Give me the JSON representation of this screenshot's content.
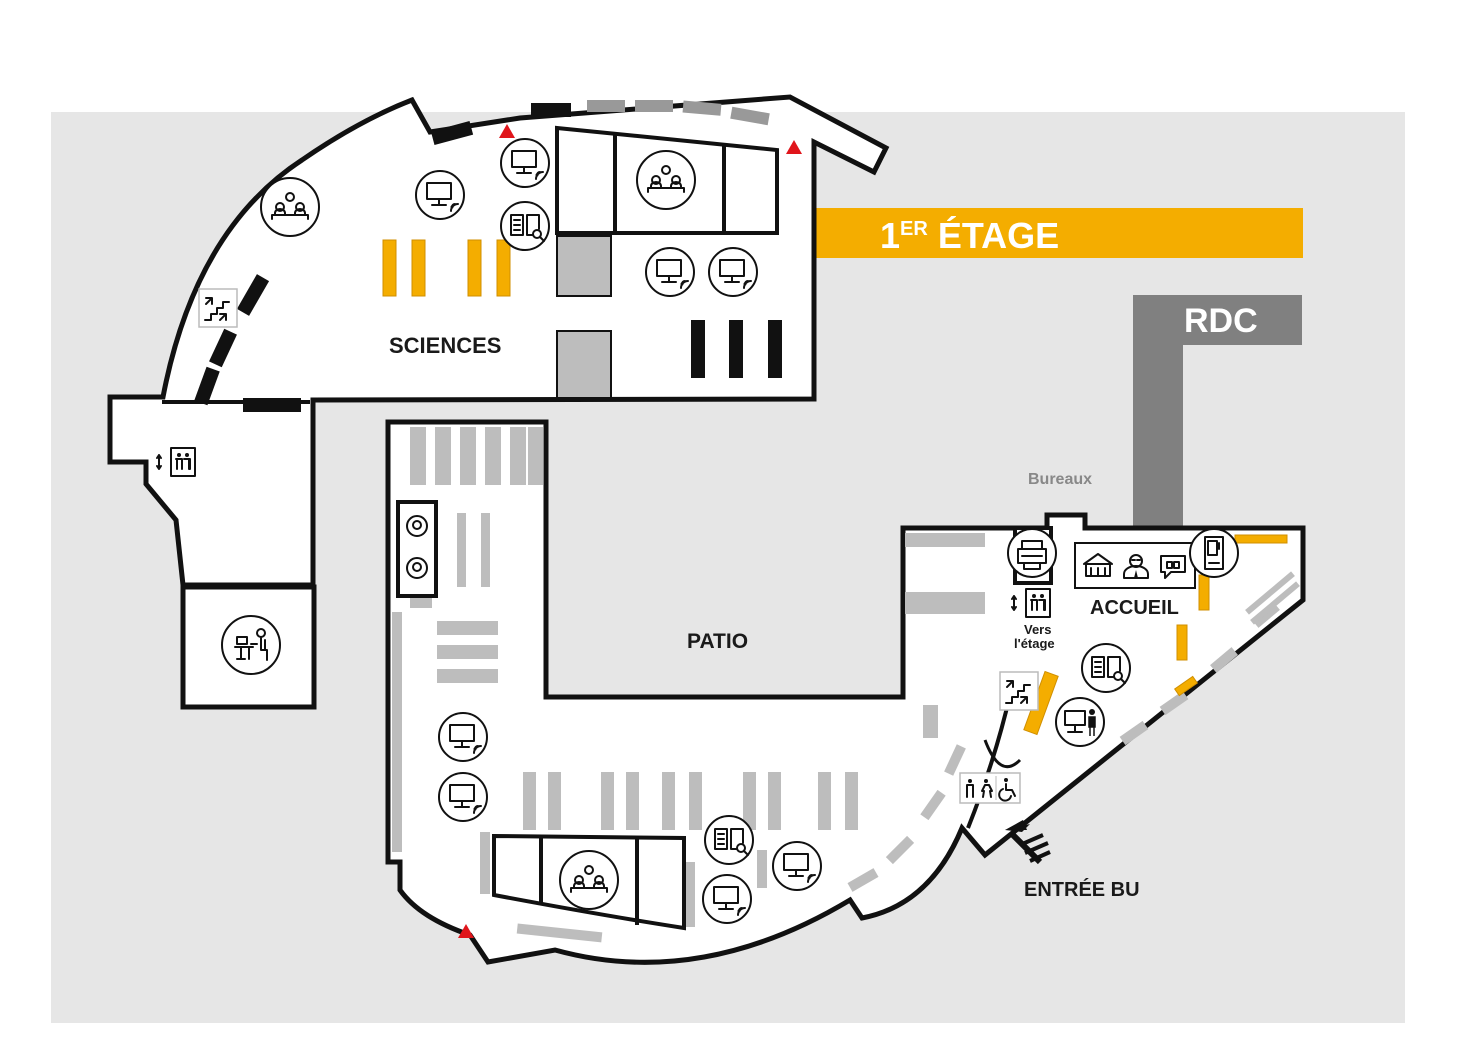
{
  "colors": {
    "background": "#e6e6e6",
    "floor": "#ffffff",
    "walls": "#111111",
    "shelf_grey": "#bdbdbd",
    "shelf_yellow": "#f4ad00",
    "banner_floor1": "#f4ad00",
    "banner_rdc": "#808080",
    "emergency_marker": "#e0151b"
  },
  "legend": {
    "floor1": {
      "main": "1",
      "sup": "ER",
      "rest": " ÉTAGE"
    },
    "rdc": "RDC"
  },
  "labels": {
    "sciences": "SCIENCES",
    "patio": "PATIO",
    "bureaux": "Bureaux",
    "accueil": "ACCUEIL",
    "vers_etage_1": "Vers",
    "vers_etage_2": "l'étage",
    "entree": "ENTRÉE BU"
  },
  "icons": [
    "group-room-icon",
    "computer-wifi-icon",
    "catalog-search-icon",
    "stairs-icon",
    "elevator-icon",
    "study-desk-icon",
    "photocopier-icon",
    "library-building-icon",
    "librarian-icon",
    "help-speech-icon",
    "vending-machine-icon",
    "restroom-accessible-icon",
    "presentation-screen-icon",
    "entrance-arrow-icon",
    "emergency-marker-icon"
  ]
}
